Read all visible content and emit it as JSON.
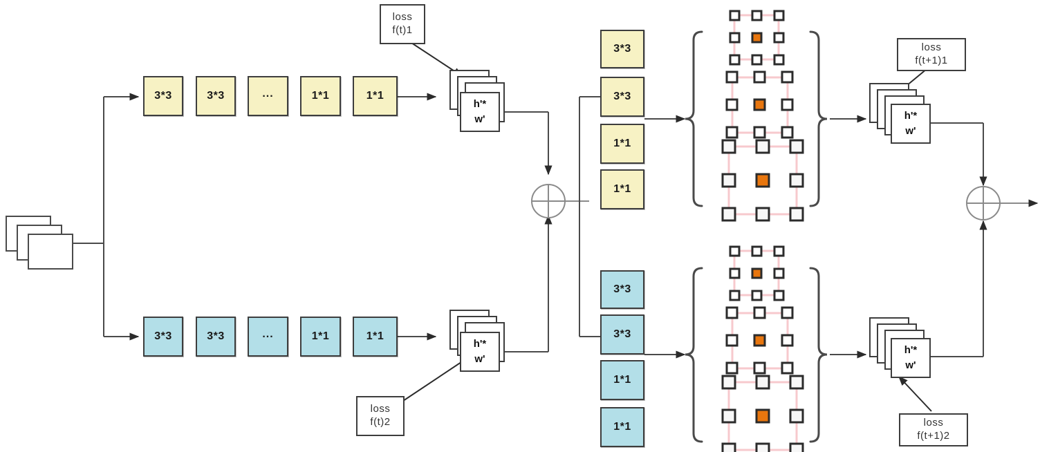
{
  "diagram": {
    "title": "Two-branch dilated convolution network with loss supervision",
    "colors": {
      "branch_top": "#f7f2c4",
      "branch_bottom": "#b3dfe8",
      "stroke": "#3d3d3d",
      "kernel_center": "#e8760e",
      "kernel_frame": "#f7c9cd",
      "background": "#ffffff"
    },
    "input": {
      "name": "input-feature-maps",
      "layers": 3
    },
    "branches": [
      {
        "id": "top",
        "color": "#f7f2c4",
        "stage1_blocks": [
          "3*3",
          "3*3",
          "...",
          "1*1",
          "1*1"
        ],
        "stage1_output": {
          "line1": "h'*",
          "line2": "w'"
        },
        "stage1_loss": {
          "line1": "loss",
          "line2": "f(t)1"
        },
        "stage2_blocks": [
          "3*3",
          "3*3",
          "1*1",
          "1*1"
        ],
        "stage2_output": {
          "line1": "h'*",
          "line2": "w'"
        },
        "stage2_loss": {
          "line1": "loss",
          "line2": "f(t+1)1"
        }
      },
      {
        "id": "bottom",
        "color": "#b3dfe8",
        "stage1_blocks": [
          "3*3",
          "3*3",
          "...",
          "1*1",
          "1*1"
        ],
        "stage1_output": {
          "line1": "h'*",
          "line2": "w'"
        },
        "stage1_loss": {
          "line1": "loss",
          "line2": "f(t)2"
        },
        "stage2_blocks": [
          "3*3",
          "3*3",
          "1*1",
          "1*1"
        ],
        "stage2_output": {
          "line1": "h'*",
          "line2": "w'"
        },
        "stage2_loss": {
          "line1": "loss",
          "line2": "f(t+1)2"
        }
      }
    ],
    "kernels": {
      "label": "dilated-convolution-receptive-fields",
      "variants": [
        {
          "name": "dilation-1",
          "spacing": 26,
          "cell": 15
        },
        {
          "name": "dilation-2",
          "spacing": 37,
          "cell": 17
        },
        {
          "name": "dilation-3",
          "spacing": 48,
          "cell": 20
        }
      ]
    },
    "operators": [
      {
        "name": "sum-operator-middle",
        "symbol": "+"
      },
      {
        "name": "sum-operator-output",
        "symbol": "+"
      }
    ]
  }
}
